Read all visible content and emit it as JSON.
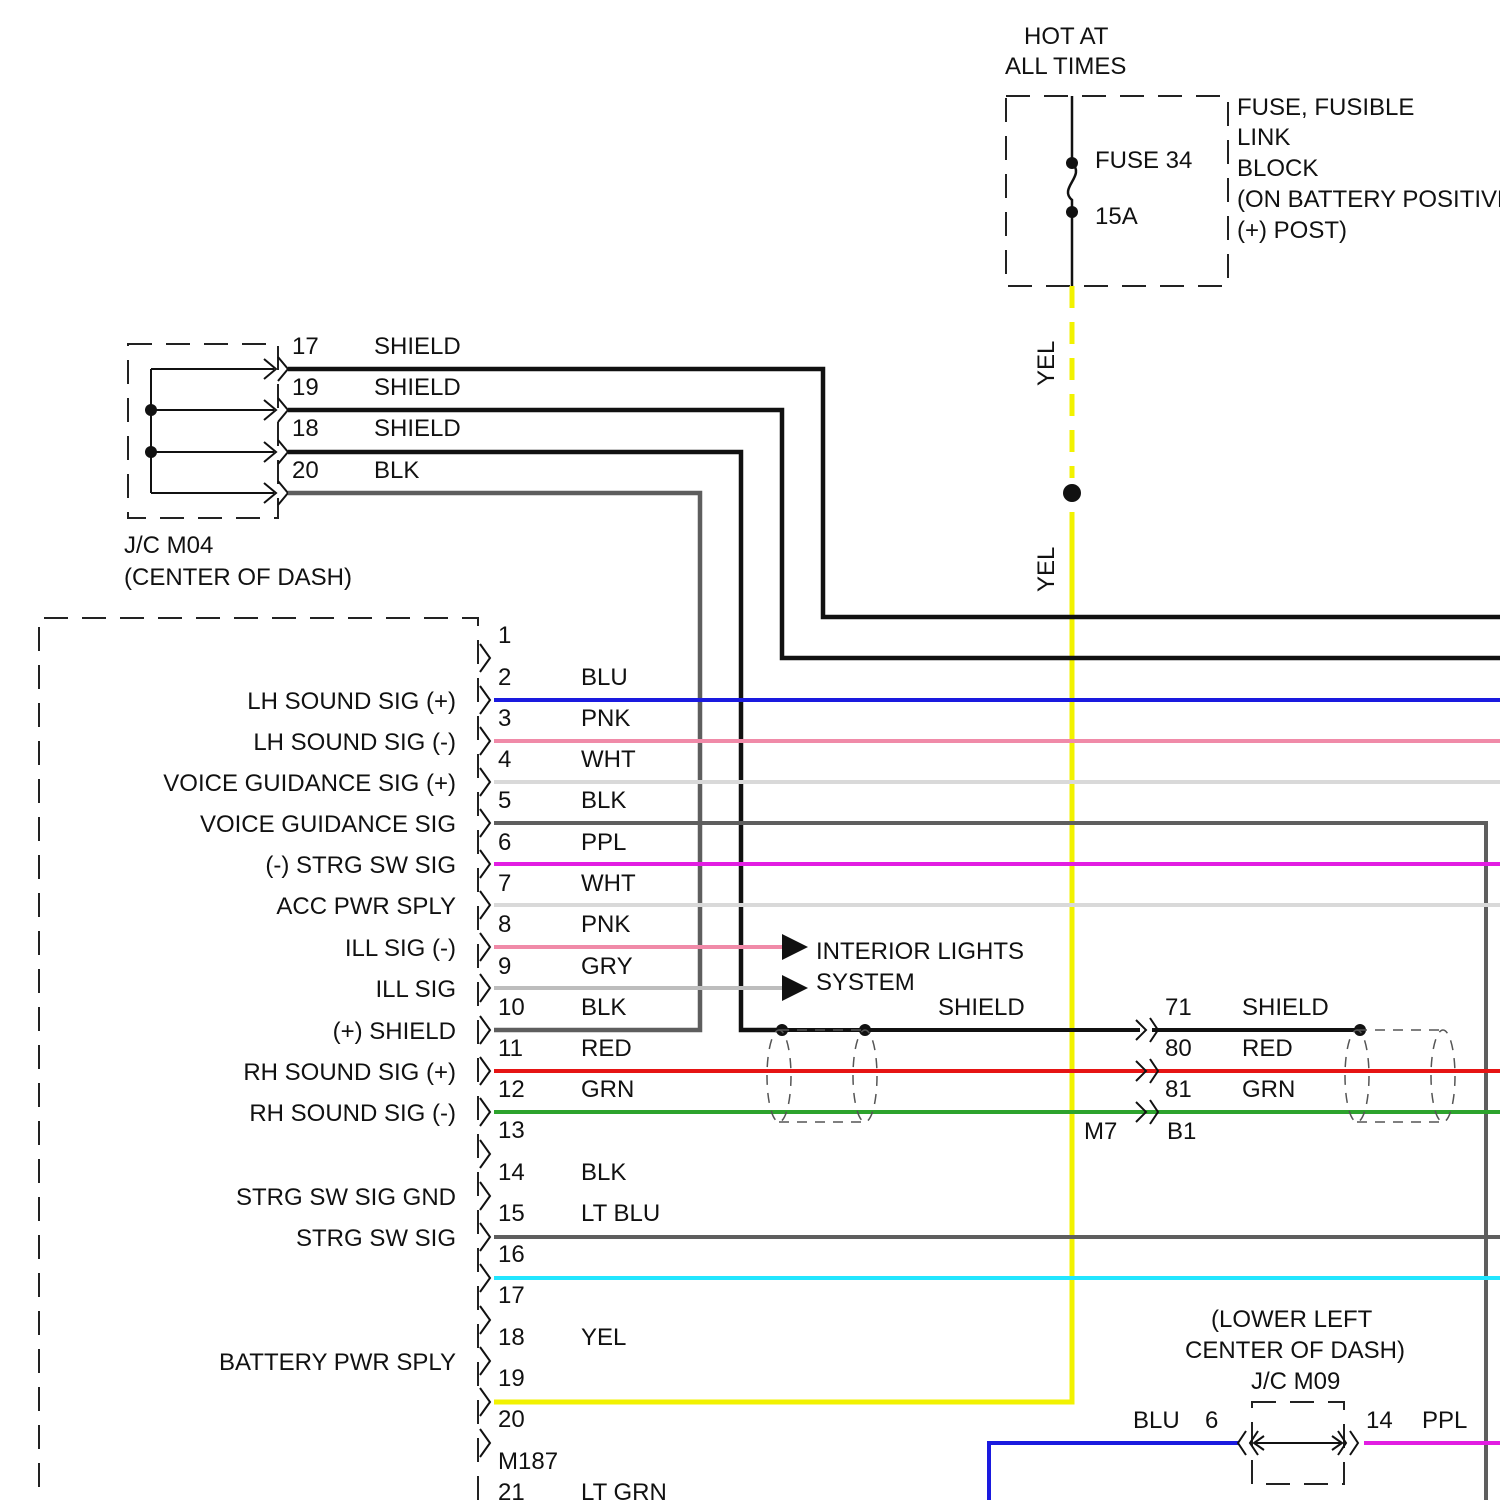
{
  "colors": {
    "BLK": "#111111",
    "GRY_WIRE": "#5e5e5e",
    "BLU": "#1a1adf",
    "PNK": "#f08aa8",
    "WHT": "#d9d9d9",
    "PPL": "#e21de2",
    "RED": "#e61414",
    "GRN": "#2da32d",
    "LT_BLU": "#22e6ff",
    "YEL": "#f2f200",
    "GRY": "#bdbdbd"
  },
  "fuse": {
    "hot_line1": "HOT AT",
    "hot_line2": "ALL TIMES",
    "name": "FUSE 34",
    "rating": "15A",
    "block_lines": [
      "FUSE, FUSIBLE",
      "LINK",
      "BLOCK",
      "(ON BATTERY POSITIVE",
      "(+) POST)"
    ],
    "wire_upper": "YEL",
    "wire_lower": "YEL"
  },
  "jc_m04": {
    "name": "J/C M04",
    "location": "(CENTER OF DASH)",
    "pins": [
      {
        "pin": "17",
        "label": "SHIELD"
      },
      {
        "pin": "19",
        "label": "SHIELD"
      },
      {
        "pin": "18",
        "label": "SHIELD"
      },
      {
        "pin": "20",
        "label": "BLK"
      }
    ]
  },
  "m187": {
    "connector": "M187",
    "pins": [
      {
        "pin": "1",
        "color": "",
        "signal": ""
      },
      {
        "pin": "2",
        "color": "BLU",
        "signal": "LH SOUND SIG (+)"
      },
      {
        "pin": "3",
        "color": "PNK",
        "signal": "LH SOUND SIG (-)"
      },
      {
        "pin": "4",
        "color": "WHT",
        "signal": "VOICE GUIDANCE SIG (+)"
      },
      {
        "pin": "5",
        "color": "BLK",
        "signal": "VOICE GUIDANCE SIG"
      },
      {
        "pin": "6",
        "color": "PPL",
        "signal": "(-) STRG SW SIG"
      },
      {
        "pin": "7",
        "color": "WHT",
        "signal": "ACC PWR SPLY"
      },
      {
        "pin": "8",
        "color": "PNK",
        "signal": "ILL SIG (-)"
      },
      {
        "pin": "9",
        "color": "GRY",
        "signal": "ILL SIG"
      },
      {
        "pin": "10",
        "color": "BLK",
        "signal": "(+) SHIELD"
      },
      {
        "pin": "11",
        "color": "RED",
        "signal": "RH SOUND SIG (+)"
      },
      {
        "pin": "12",
        "color": "GRN",
        "signal": "RH SOUND SIG (-)"
      },
      {
        "pin": "13",
        "color": "",
        "signal": ""
      },
      {
        "pin": "14",
        "color": "BLK",
        "signal": "STRG SW SIG GND"
      },
      {
        "pin": "15",
        "color": "LT BLU",
        "signal": "STRG SW SIG"
      },
      {
        "pin": "16",
        "color": "",
        "signal": ""
      },
      {
        "pin": "17",
        "color": "",
        "signal": ""
      },
      {
        "pin": "18",
        "color": "YEL",
        "signal": "BATTERY PWR SPLY"
      },
      {
        "pin": "19",
        "color": "",
        "signal": ""
      },
      {
        "pin": "20",
        "color": "",
        "signal": ""
      },
      {
        "pin": "21",
        "color": "LT GRN",
        "signal": ""
      }
    ]
  },
  "interior": {
    "line1": "INTERIOR LIGHTS",
    "line2": "SYSTEM"
  },
  "shield_label": "SHIELD",
  "m7_b1": {
    "left_connector": "M7",
    "right_connector": "B1",
    "pins": [
      {
        "pin": "71",
        "label": "SHIELD"
      },
      {
        "pin": "80",
        "label": "RED"
      },
      {
        "pin": "81",
        "label": "GRN"
      }
    ]
  },
  "jc_m09": {
    "location_line1": "(LOWER LEFT",
    "location_line2": "CENTER OF DASH)",
    "name": "J/C M09",
    "left_color": "BLU",
    "left_pin": "6",
    "right_pin": "14",
    "right_color": "PPL"
  }
}
